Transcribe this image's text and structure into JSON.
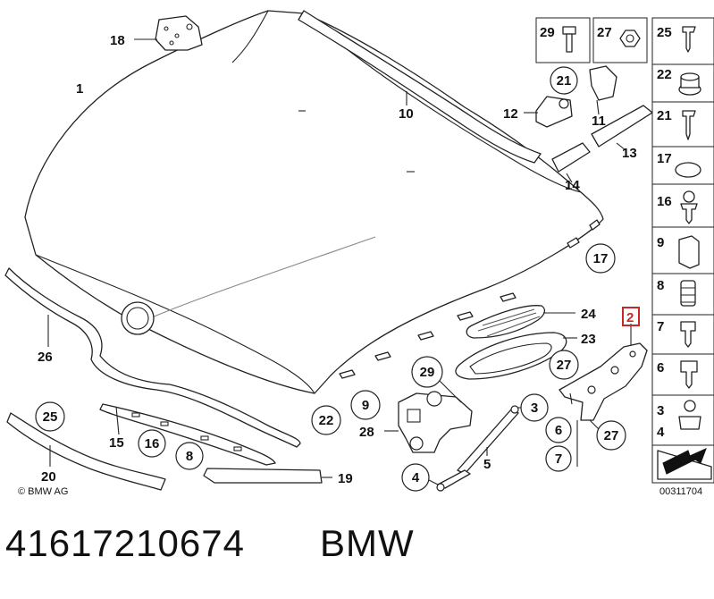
{
  "copyright": "© BMW AG",
  "diagram_number": "00311704",
  "highlighted_callout": "2",
  "part_number": "41617210674",
  "brand": "BMW",
  "callouts": {
    "c1": "1",
    "c2": "2",
    "c3": "3",
    "c4": "4",
    "c5": "5",
    "c6": "6",
    "c7": "7",
    "c8": "8",
    "c9": "9",
    "c10": "10",
    "c11": "11",
    "c12": "12",
    "c13": "13",
    "c14": "14",
    "c15": "15",
    "c16": "16",
    "c17": "17",
    "c18": "18",
    "c19": "19",
    "c20": "20",
    "c21": "21",
    "c22": "22",
    "c23": "23",
    "c24": "24",
    "c25": "25",
    "c26": "26",
    "c27a": "27",
    "c27b": "27",
    "c28": "28",
    "c29": "29"
  },
  "fastener_legend": [
    {
      "label": "29"
    },
    {
      "label": "27"
    },
    {
      "label": "25"
    },
    {
      "label": "22"
    },
    {
      "label": "21"
    },
    {
      "label": "17"
    },
    {
      "label": "16"
    },
    {
      "label": "9"
    },
    {
      "label": "8"
    },
    {
      "label": "7"
    },
    {
      "label": "6"
    },
    {
      "label": "3"
    },
    {
      "label": "4"
    }
  ]
}
